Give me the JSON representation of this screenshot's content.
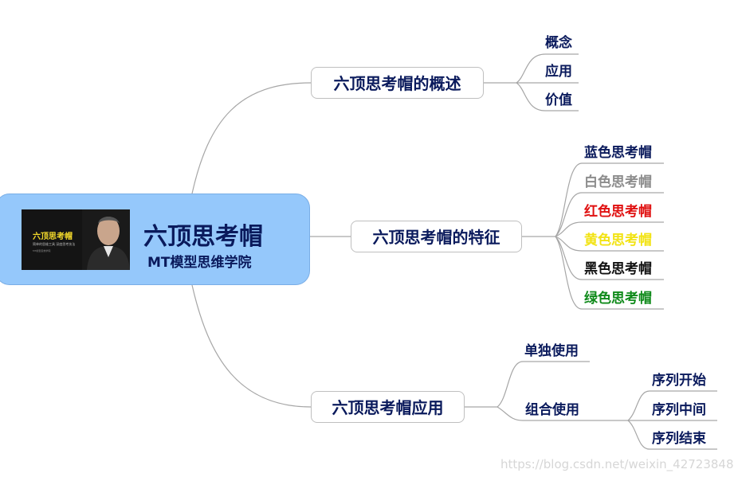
{
  "root": {
    "title": "六顶思考帽",
    "subtitle": "MT模型思维学院",
    "image": {
      "title": "六顶思考帽",
      "subtitle": "简单的思维工具 深度思考技法",
      "caption": "MT模型思维学院"
    }
  },
  "branches": {
    "overview": {
      "label": "六顶思考帽的概述",
      "items": [
        "概念",
        "应用",
        "价值"
      ]
    },
    "features": {
      "label": "六顶思考帽的特征",
      "items": [
        {
          "label": "蓝色思考帽",
          "color": "#0a1a5c"
        },
        {
          "label": "白色思考帽",
          "color": "#8c8c8c"
        },
        {
          "label": "红色思考帽",
          "color": "#e01010"
        },
        {
          "label": "黄色思考帽",
          "color": "#f2e313"
        },
        {
          "label": "黑色思考帽",
          "color": "#111111"
        },
        {
          "label": "绿色思考帽",
          "color": "#0f8a1a"
        }
      ]
    },
    "usage": {
      "label": "六顶思考帽应用",
      "single": "单独使用",
      "combined": "组合使用",
      "sequence": [
        "序列开始",
        "序列中间",
        "序列结束"
      ]
    }
  },
  "watermark": "https://blog.csdn.net/weixin_42723848",
  "colors": {
    "root_fill": "#95c8fb",
    "text_dark": "#0a1a5c",
    "connector": "#a6a6a6"
  }
}
